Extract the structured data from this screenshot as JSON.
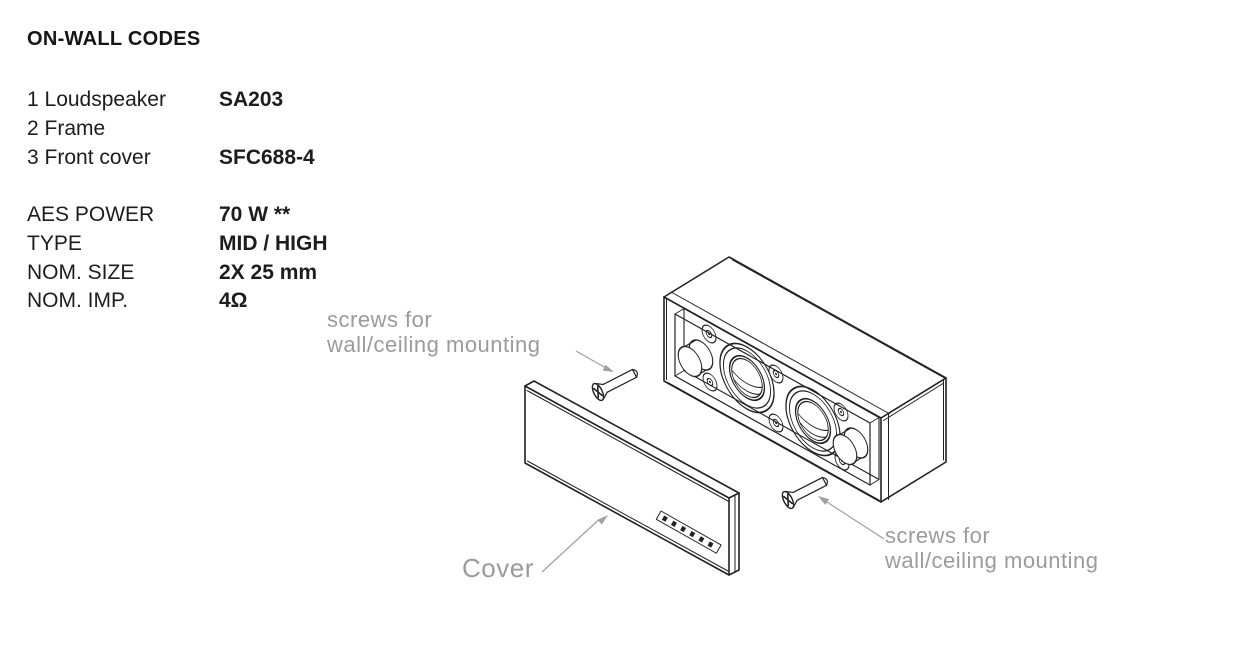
{
  "title": "ON-WALL CODES",
  "parts": [
    {
      "label": "1 Loudspeaker",
      "code": "SA203"
    },
    {
      "label": "2 Frame",
      "code": ""
    },
    {
      "label": "3 Front cover",
      "code": "SFC688-4"
    }
  ],
  "specs": [
    {
      "label": "AES POWER",
      "value": "70 W **"
    },
    {
      "label": "TYPE",
      "value": "MID / HIGH"
    },
    {
      "label": "NOM. SIZE",
      "value": "2X 25 mm"
    },
    {
      "label": "NOM. IMP.",
      "value": "4Ω"
    }
  ],
  "diagram": {
    "annotations": {
      "screws_top": [
        "screws for",
        "wall/ceiling mounting"
      ],
      "screws_bottom": [
        "screws for",
        "wall/ceiling mounting"
      ],
      "cover": "Cover"
    },
    "colors": {
      "line": "#222222",
      "annotation": "#9b9b9b"
    }
  }
}
